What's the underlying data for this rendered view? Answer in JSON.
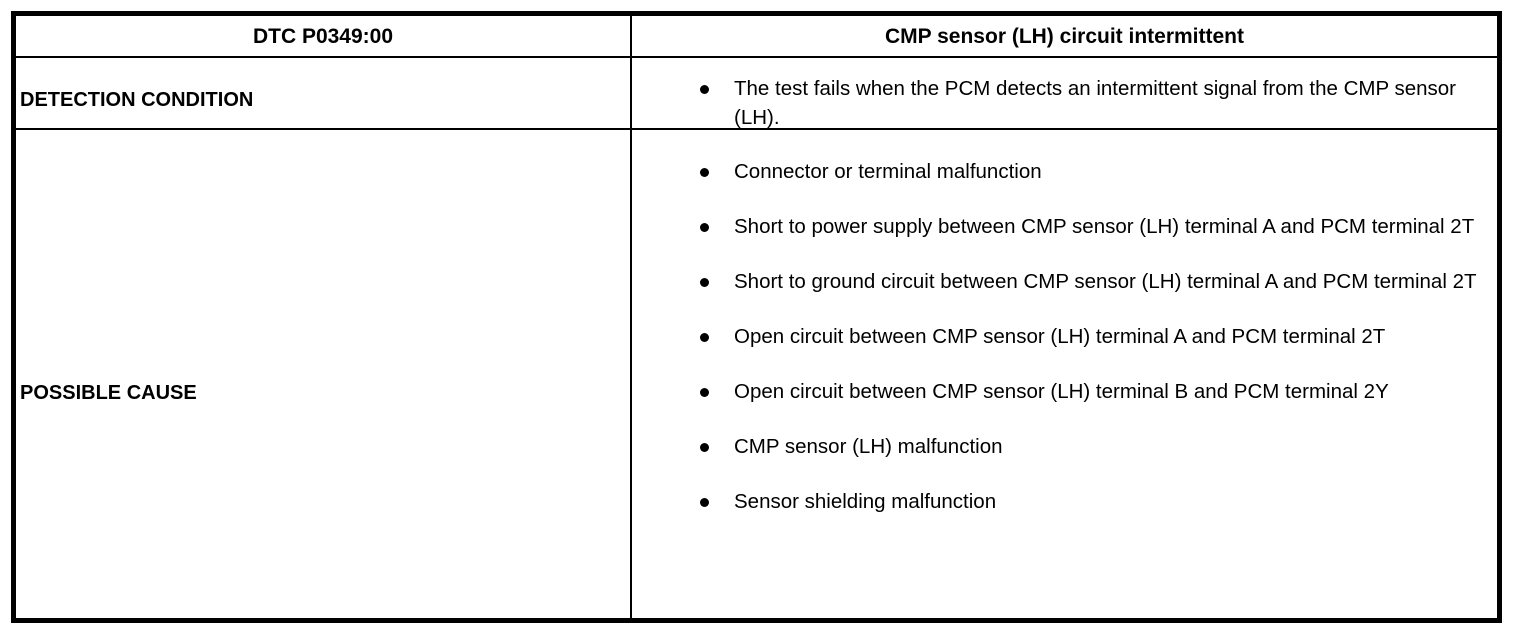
{
  "table": {
    "header": {
      "dtc_code": "DTC P0349:00",
      "fault_name": "CMP sensor (LH) circuit intermittent"
    },
    "rows": [
      {
        "label": "DETECTION CONDITION",
        "bullets": [
          "The test fails when the PCM detects an intermittent signal from the CMP sensor (LH)."
        ]
      },
      {
        "label": "POSSIBLE CAUSE",
        "bullets": [
          "Connector or terminal malfunction",
          "Short to power supply between CMP sensor (LH) terminal A and PCM terminal 2T",
          "Short to ground circuit between CMP sensor (LH) terminal A and PCM terminal 2T",
          "Open circuit between CMP sensor (LH) terminal A and PCM terminal 2T",
          "Open circuit between CMP sensor (LH) terminal B and PCM terminal 2Y",
          "CMP sensor (LH) malfunction",
          "Sensor shielding malfunction"
        ]
      }
    ],
    "colors": {
      "border": "#000000",
      "text": "#000000",
      "background": "#ffffff"
    }
  }
}
